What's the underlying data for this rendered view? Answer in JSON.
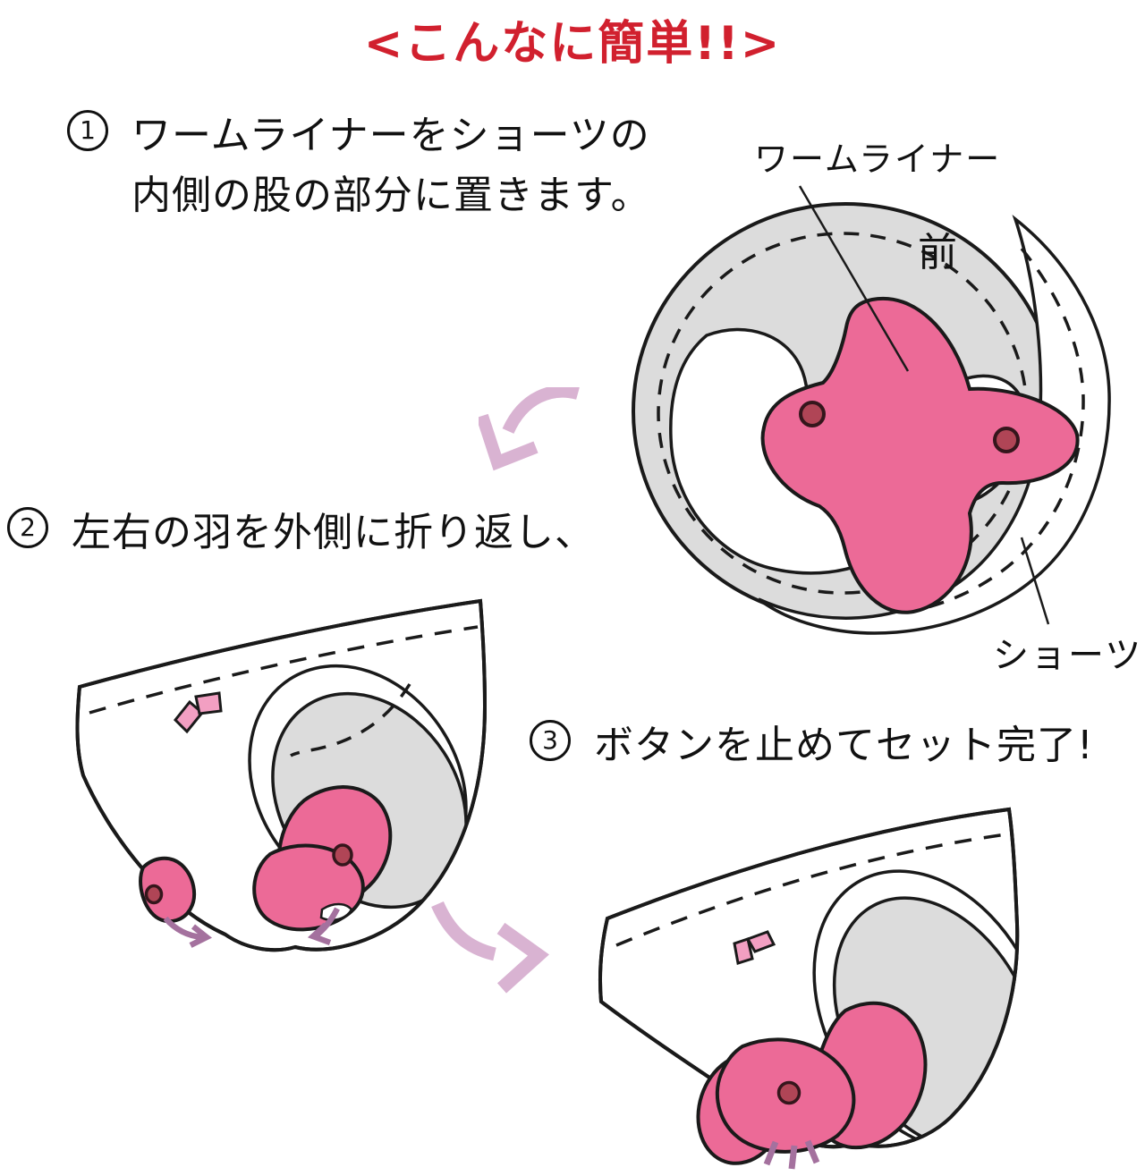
{
  "title": {
    "text": "<こんなに簡単!!>"
  },
  "steps": [
    {
      "number": "1",
      "line1": "ワームライナーをショーツの",
      "line2": "内側の股の部分に置きます。"
    },
    {
      "number": "2",
      "line1": "左右の羽を外側に折り返し、"
    },
    {
      "number": "3",
      "line1": "ボタンを止めてセット完了!"
    }
  ],
  "figure1": {
    "labels": {
      "liner": "ワームライナー",
      "front": "前",
      "shorts": "ショーツ"
    }
  },
  "colors": {
    "title_red": "#d1202e",
    "pad_pink": "#ec6a97",
    "snap_red": "#b04556",
    "fabric_gray": "#dcdcdc",
    "bow_pink": "#f29fc2",
    "arrow_light_purple": "#d9b3d2",
    "arrow_purple": "#a4719e",
    "outline_black": "#1a1a1a"
  }
}
